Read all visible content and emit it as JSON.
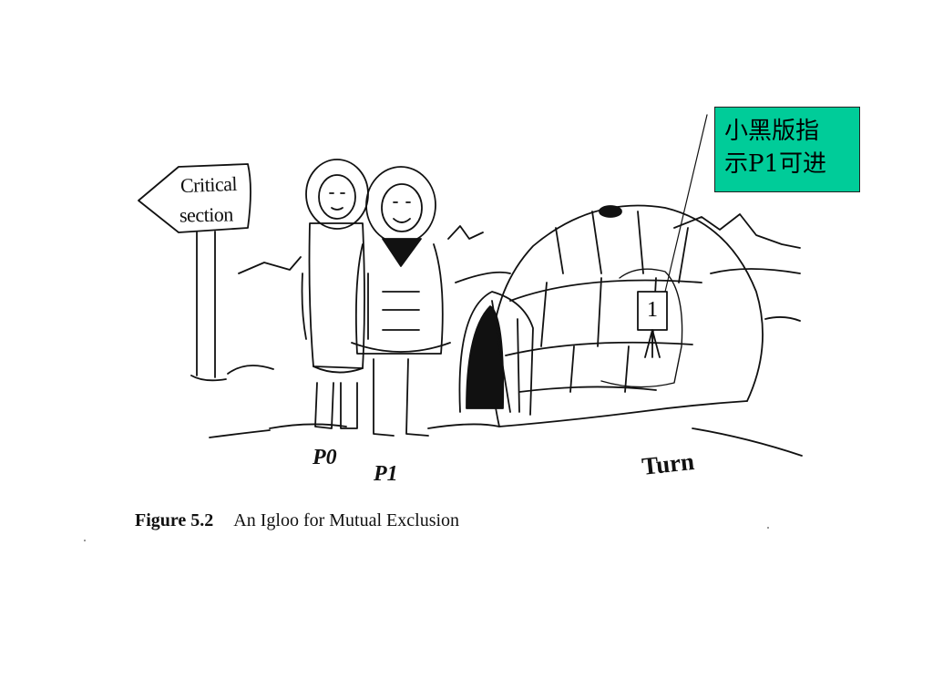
{
  "sign": {
    "line1": "Critical",
    "line2": "section"
  },
  "labels": {
    "p0": "P0",
    "p1": "P1",
    "turn": "Turn",
    "board_number": "1"
  },
  "caption": {
    "figure": "Figure 5.2",
    "text": "An Igloo for Mutual Exclusion"
  },
  "annotation": {
    "line1": "小黑版指",
    "line2": "示P1可进",
    "box_color": "#00cc99"
  }
}
